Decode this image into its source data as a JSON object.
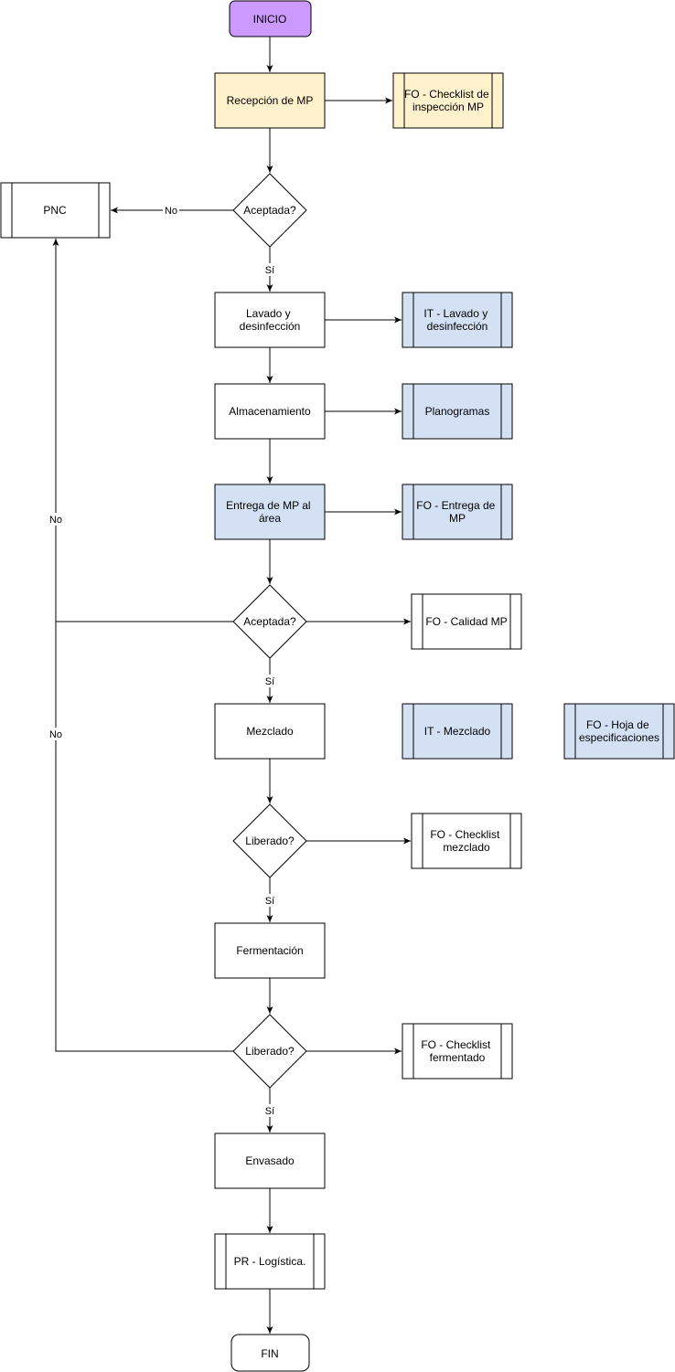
{
  "colors": {
    "start": "#cc99ff",
    "yellow": "#fff2cc",
    "blue": "#d4e1f5",
    "white": "#ffffff",
    "stroke": "#000000"
  },
  "nodes": {
    "inicio": "INICIO",
    "recepcion": "Recepción de MP",
    "fo_checklist_inspeccion": [
      "FO - Checklist de",
      "inspección MP"
    ],
    "pnc": "PNC",
    "aceptada_1": "Aceptada?",
    "lavado": [
      "Lavado y",
      "desinfección"
    ],
    "it_lavado": [
      "IT - Lavado y",
      "desinfección"
    ],
    "almacenamiento": "Almacenamiento",
    "planogramas": "Planogramas",
    "entrega": [
      "Entrega de MP al",
      "área"
    ],
    "fo_entrega": [
      "FO - Entrega de",
      "MP"
    ],
    "aceptada_2": "Aceptada?",
    "fo_calidad": "FO - Calidad MP",
    "mezclado": "Mezclado",
    "it_mezclado": "IT - Mezclado",
    "fo_hoja": [
      "FO - Hoja de",
      "especificaciones"
    ],
    "liberado_1": "Liberado?",
    "fo_checklist_mezclado": [
      "FO - Checklist",
      "mezclado"
    ],
    "fermentacion": "Fermentación",
    "liberado_2": "Liberado?",
    "fo_checklist_fermentado": [
      "FO - Checklist",
      "fermentado"
    ],
    "envasado": "Envasado",
    "pr_logistica": "PR - Logística.",
    "fin": "FIN"
  },
  "edge_labels": {
    "no_1": "No",
    "si_1": "Sí",
    "no_2": "No",
    "si_2": "Sí",
    "no_3": "No",
    "si_3": "Sí",
    "si_4": "Sí"
  }
}
